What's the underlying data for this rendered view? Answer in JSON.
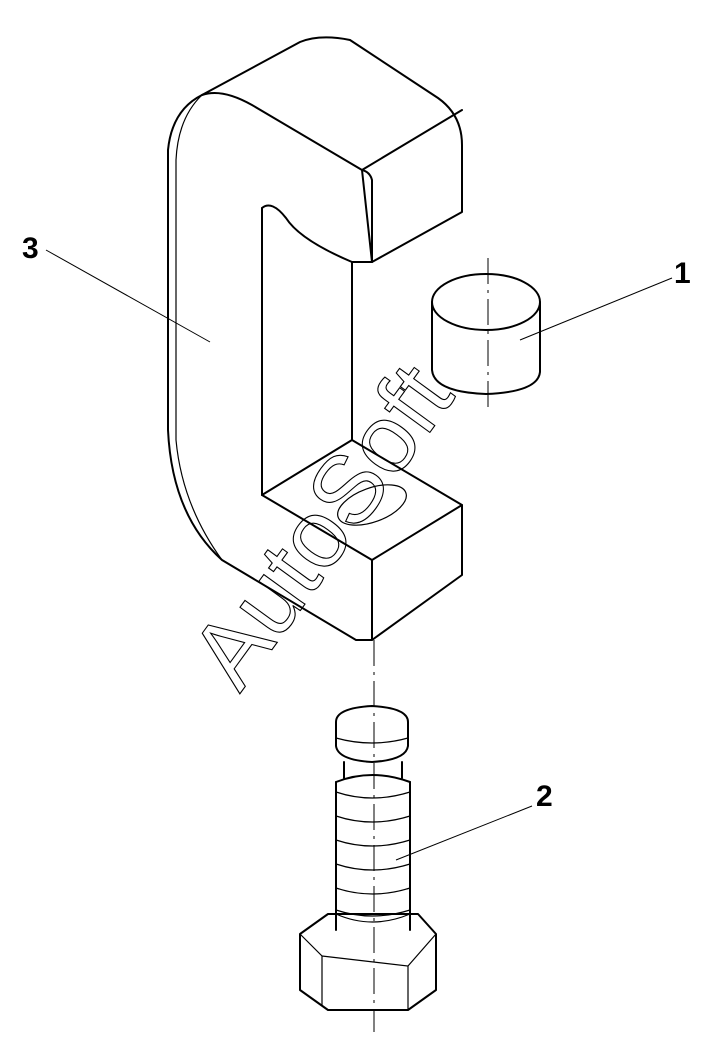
{
  "callouts": [
    {
      "id": "1",
      "label": "1",
      "part": "pressure-pad"
    },
    {
      "id": "2",
      "label": "2",
      "part": "hex-bolt"
    },
    {
      "id": "3",
      "label": "3",
      "part": "c-frame"
    }
  ],
  "watermark": {
    "text": "AutoSoft"
  },
  "colors": {
    "line": "#000000",
    "background": "#ffffff"
  }
}
